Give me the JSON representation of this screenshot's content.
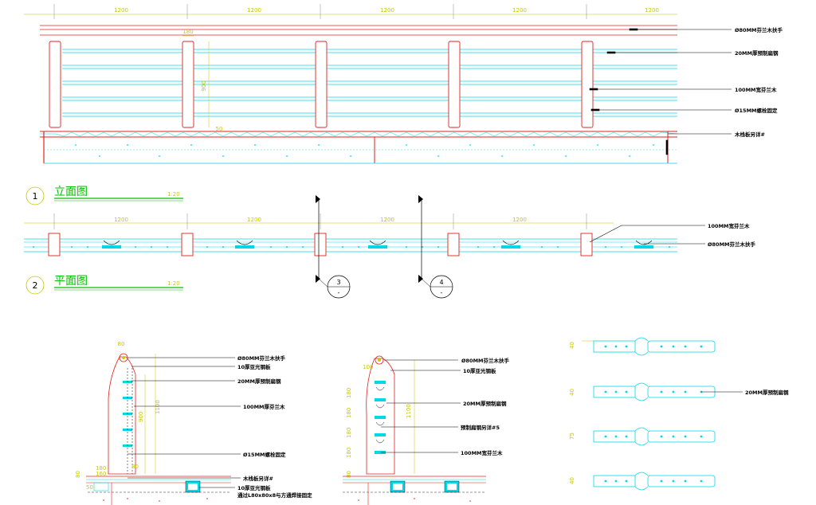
{
  "colors": {
    "red": "#e02020",
    "cyan": "#00d8e8",
    "yellow": "#c8c800",
    "green": "#00c000",
    "black": "#000000"
  },
  "elevation": {
    "dims": [
      "1200",
      "1200",
      "1200",
      "1200",
      "1200"
    ],
    "small_dims": [
      "180",
      "900",
      "50"
    ],
    "labels": [
      "Ø80MM芬兰木扶手",
      "20MM厚预制扁钢",
      "100MM宽芬兰木",
      "Ø15MM螺栓固定",
      "木栈板另详#"
    ]
  },
  "titles": {
    "elev_num": "1",
    "elev_title": "立面图",
    "elev_scale": "1:20",
    "plan_num": "2",
    "plan_title": "平面图",
    "plan_scale": "1:20"
  },
  "plan": {
    "dims": [
      "1200",
      "1200",
      "1200",
      "1200"
    ],
    "labels": [
      "100MM宽芬兰木",
      "Ø80MM芬兰木扶手"
    ]
  },
  "sections": [
    {
      "num": "3",
      "sub": "-"
    },
    {
      "num": "4",
      "sub": "-"
    }
  ],
  "detail_a": {
    "labels": [
      "Ø80MM芬兰木扶手",
      "10厚亚光钢板",
      "20MM厚预制扁钢",
      "100MM厚芬兰木",
      "Ø15MM螺栓固定",
      "木栈板另详#",
      "10厚亚光钢板",
      "通过L80x80x8与方通焊接固定"
    ],
    "dims": [
      "80",
      "1100",
      "900",
      "180",
      "160",
      "80",
      "80",
      "50"
    ]
  },
  "detail_b": {
    "labels": [
      "Ø80MM芬兰木扶手",
      "10厚亚光钢板",
      "20MM厚预制扁钢",
      "预制扁钢另详#5",
      "100MM宽芬兰木"
    ],
    "dims": [
      "100",
      "180",
      "180",
      "180",
      "180",
      "1100",
      "80"
    ]
  },
  "detail_c": {
    "label": "20MM厚预制扁钢",
    "dims": [
      "40",
      "40",
      "75",
      "40"
    ]
  }
}
